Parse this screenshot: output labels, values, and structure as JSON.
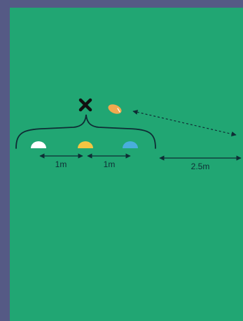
{
  "colors": {
    "frame": "#555a85",
    "field": "#21a673",
    "cone_left": "#ffffff",
    "cone_middle": "#f4c542",
    "cone_right": "#49aedc",
    "ball": "#f2a94f",
    "ink": "#0f2d35"
  },
  "diagram": {
    "player_marker": "x-marker-icon",
    "ball_icon": "rugby-ball-icon",
    "cones": [
      {
        "name": "cone-white"
      },
      {
        "name": "cone-yellow"
      },
      {
        "name": "cone-blue"
      }
    ],
    "labels": {
      "gap_left": "1m",
      "gap_right": "1m",
      "gap_outer": "2.5m"
    }
  }
}
